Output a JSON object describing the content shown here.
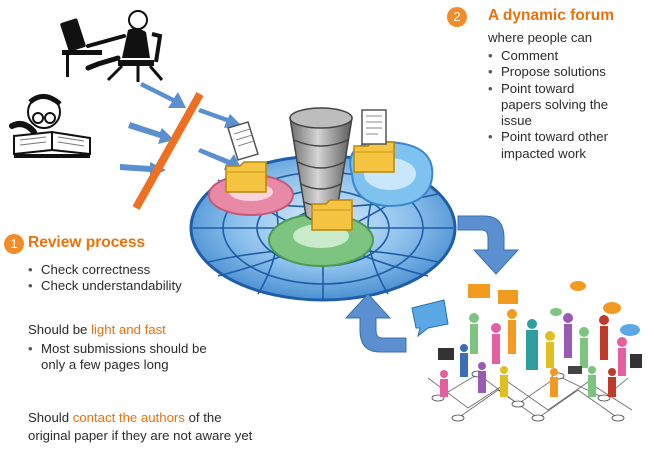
{
  "forum": {
    "number": "2",
    "heading": "A dynamic forum",
    "intro": "where people can",
    "items": [
      "Comment",
      "Propose solutions",
      "Point toward",
      "papers solving the",
      "issue",
      "Point toward other",
      "impacted work"
    ]
  },
  "review": {
    "number": "1",
    "heading": "Review process",
    "items": [
      "Check correctness",
      "Check understandability"
    ],
    "light_prefix": "Should be ",
    "light_highlight": "light and fast",
    "light_items": [
      "Most submissions should be",
      "only a few pages long"
    ],
    "contact_prefix": "Should ",
    "contact_highlight": "contact the authors",
    "contact_suffix": " of the",
    "contact_line2": "original paper if they are not aware yet"
  },
  "icons": {
    "computer_user": "person-at-computer-icon",
    "reader": "person-reading-book-icon",
    "network": "globe-network-icon",
    "database": "database-icon",
    "folder": "folder-icon",
    "documents": "documents-icon",
    "crowd": "people-crowd-speech-bubbles-icon",
    "cycle_arrows": "cycle-arrow-icon"
  },
  "colors": {
    "accent_orange": "#e8720c",
    "badge_orange": "#f28c28",
    "arrow_blue": "#5b8fcf",
    "globe_blue": "#4f94d6",
    "slash_orange": "#ee7023"
  }
}
